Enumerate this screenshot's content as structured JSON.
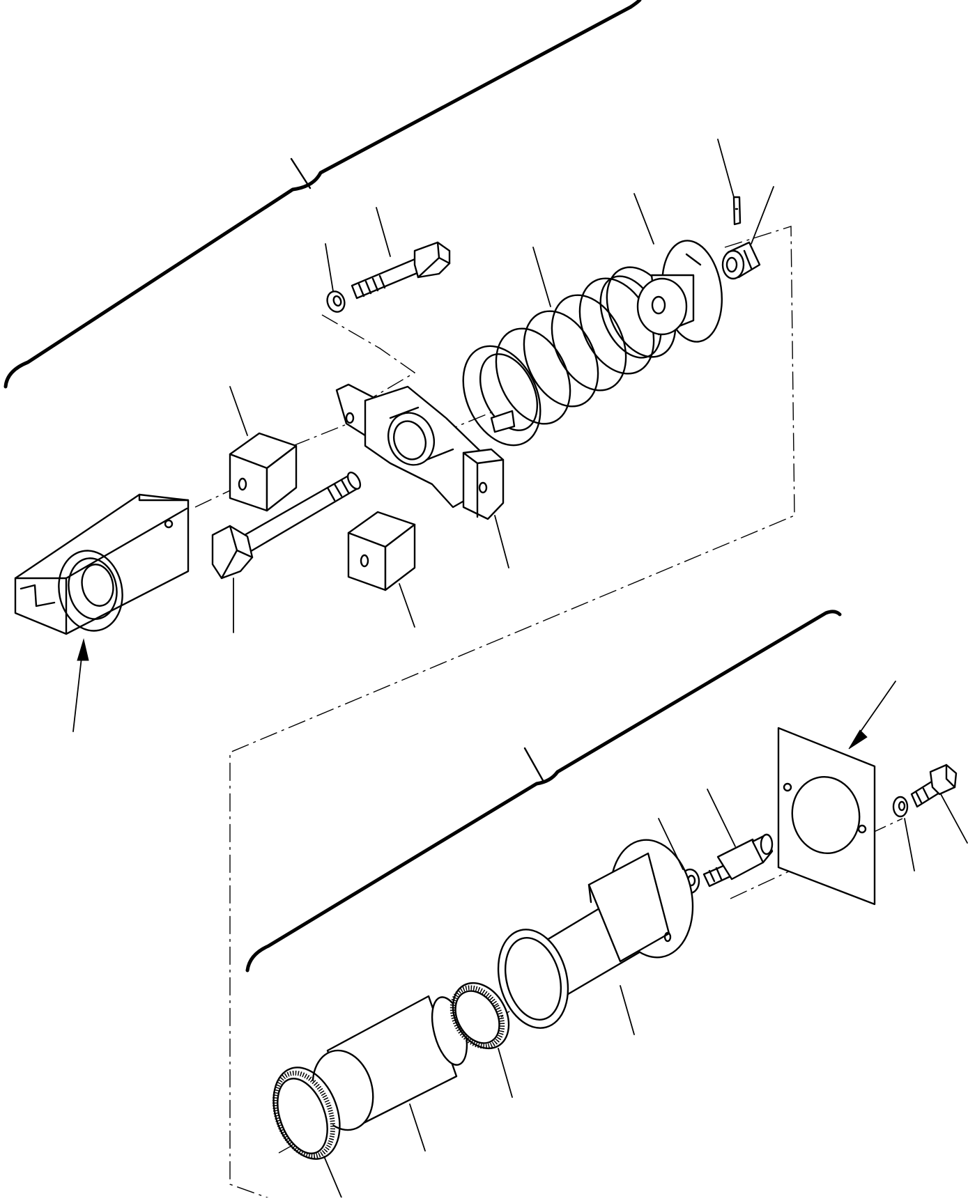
{
  "diagram": {
    "style": "exploded parts view, black line art on white",
    "stroke_color": "#000000",
    "background_color": "#ffffff",
    "parts": [
      {
        "id": "track-frame-upper",
        "kind": "frame-outline"
      },
      {
        "id": "track-frame-lower",
        "kind": "frame-outline"
      },
      {
        "id": "idler-yoke",
        "kind": "yoke-with-bore"
      },
      {
        "id": "long-bolt",
        "kind": "hex-bolt"
      },
      {
        "id": "short-bolt",
        "kind": "hex-bolt"
      },
      {
        "id": "lock-washer-upper",
        "kind": "washer"
      },
      {
        "id": "spacer-block-upper",
        "kind": "cube"
      },
      {
        "id": "spacer-block-lower",
        "kind": "cube"
      },
      {
        "id": "spring-bracket",
        "kind": "bracket"
      },
      {
        "id": "recoil-spring",
        "kind": "coil-spring"
      },
      {
        "id": "spring-retainer",
        "kind": "flanged-cap"
      },
      {
        "id": "castle-nut",
        "kind": "nut"
      },
      {
        "id": "cotter-pin",
        "kind": "pin"
      },
      {
        "id": "cylinder-housing",
        "kind": "flanged-tube"
      },
      {
        "id": "piston",
        "kind": "cylinder"
      },
      {
        "id": "seal-ring-large",
        "kind": "ring"
      },
      {
        "id": "seal-ring-small",
        "kind": "ring"
      },
      {
        "id": "grease-valve",
        "kind": "valve-fitting"
      },
      {
        "id": "valve-washer",
        "kind": "washer"
      },
      {
        "id": "cover-plate",
        "kind": "plate"
      },
      {
        "id": "plate-washer",
        "kind": "washer"
      },
      {
        "id": "plate-bolt",
        "kind": "hex-bolt"
      }
    ],
    "reference_arrow_count": 2,
    "leader_line_count": 19
  }
}
